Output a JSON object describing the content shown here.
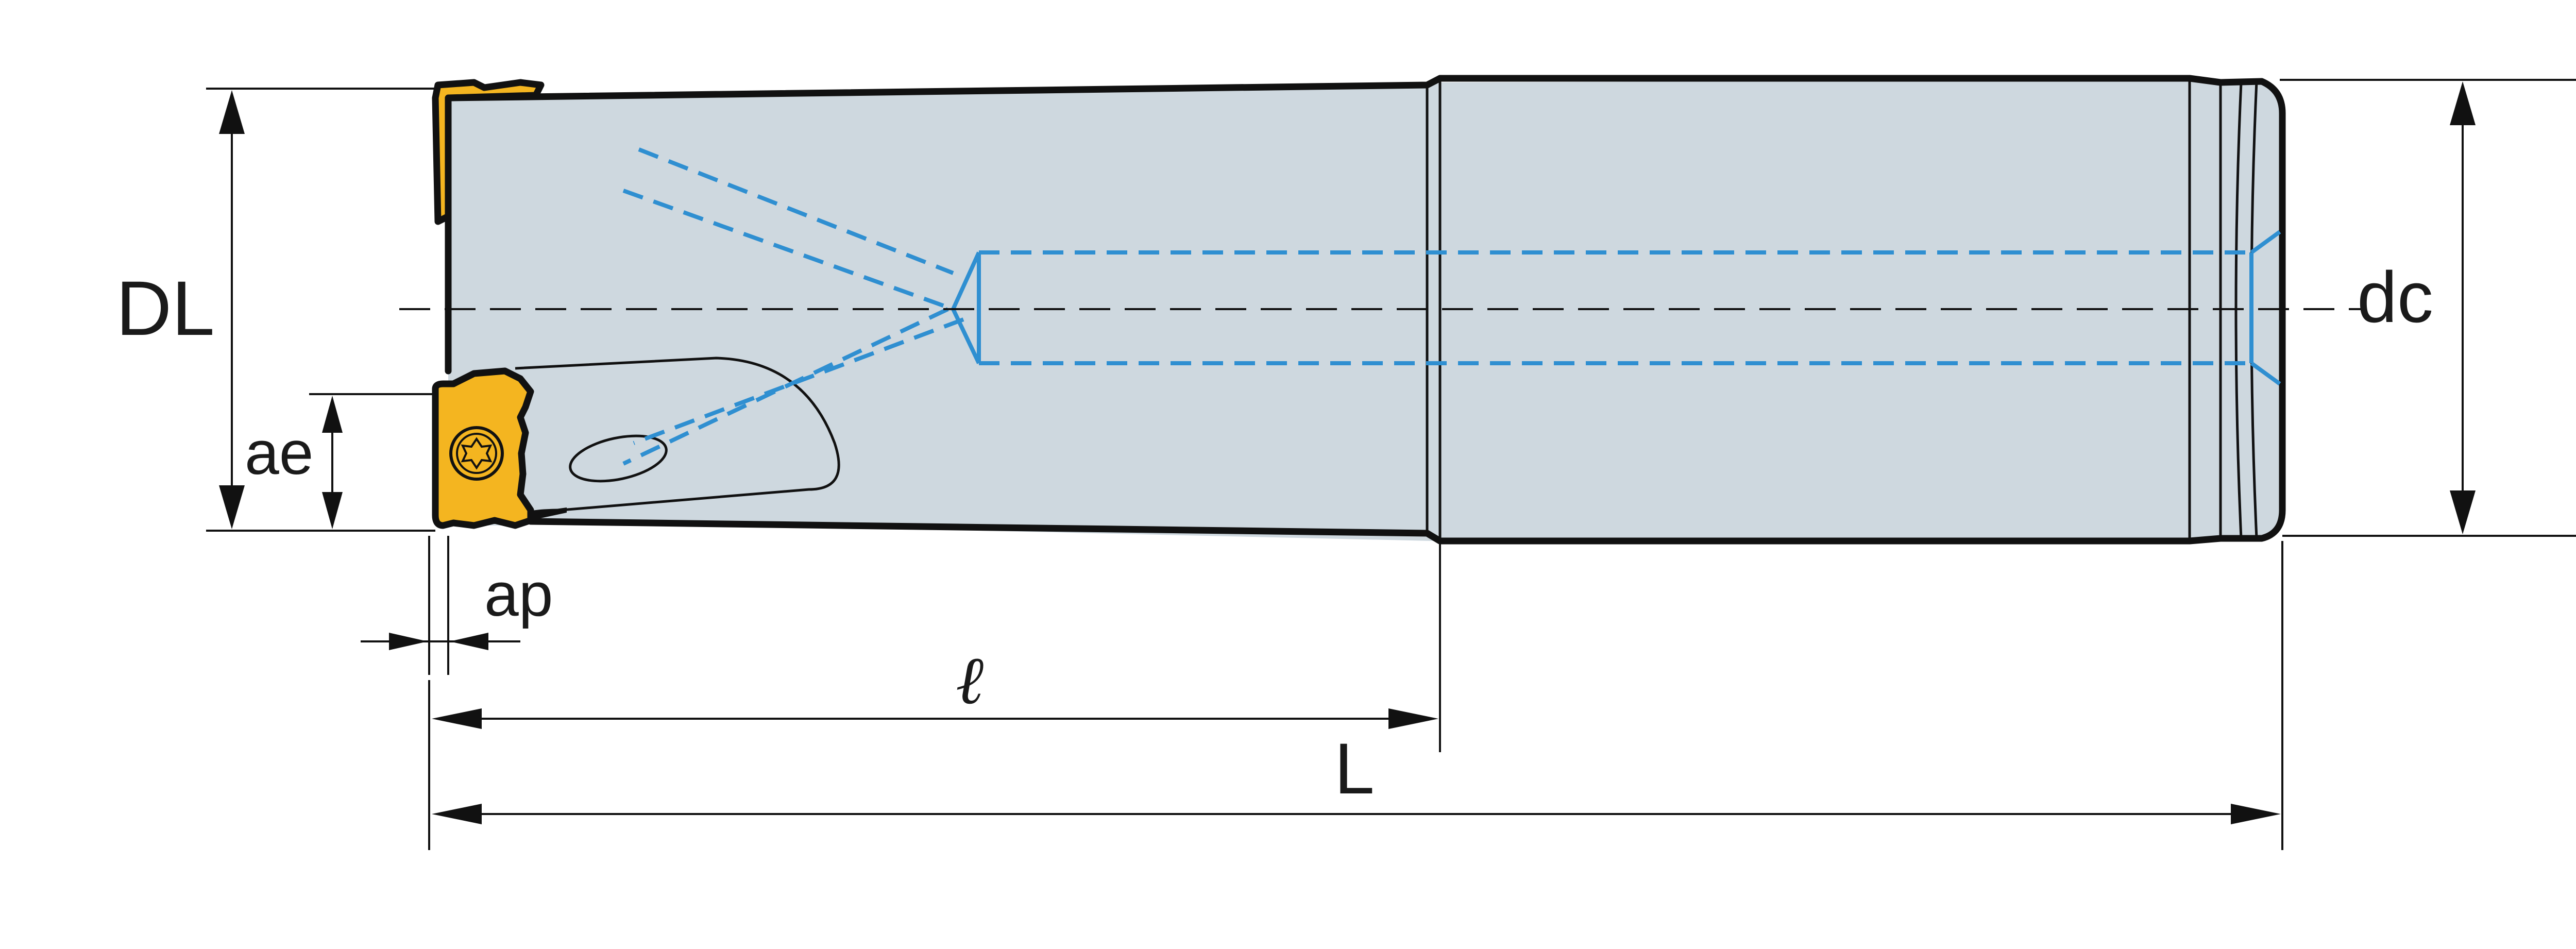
{
  "colors": {
    "body": "#ced8df",
    "insert": "#f4b520",
    "coolant": "#2f8fd1",
    "outline": "#111111"
  },
  "labels": {
    "DL": "DL",
    "ae": "ae",
    "ap": "ap",
    "l": "ℓ",
    "L": "L",
    "dc": "dc"
  },
  "icons": {
    "screw": "torx-screw-icon"
  }
}
